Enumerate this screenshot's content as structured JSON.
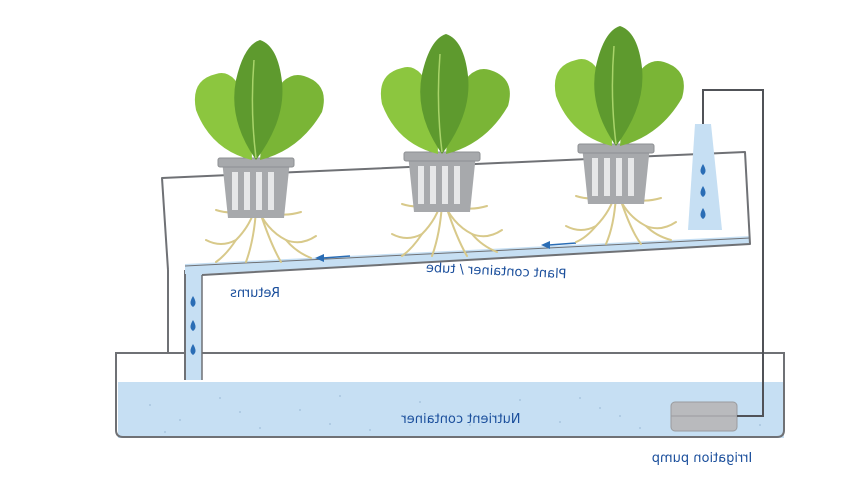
{
  "labels": {
    "plant_container": "Plant container / tube",
    "returns": "Returns",
    "nutrient_container": "Nutrient container",
    "irrigation_pump": "Irrigation pump"
  },
  "plants": [
    {
      "name": "plant-left"
    },
    {
      "name": "plant-middle"
    },
    {
      "name": "plant-right"
    }
  ],
  "colors": {
    "outline": "#6f7175",
    "water": "#c6dff3",
    "water_light": "#d9eaf7",
    "drop": "#2a6db5",
    "arrow": "#2a6db5",
    "label": "#1b4f9c",
    "leaf_dark": "#5e9a2e",
    "leaf_light": "#8cc63f",
    "root": "#d8c98a",
    "pot": "#a7a9ac",
    "pump": "#b9babd"
  }
}
